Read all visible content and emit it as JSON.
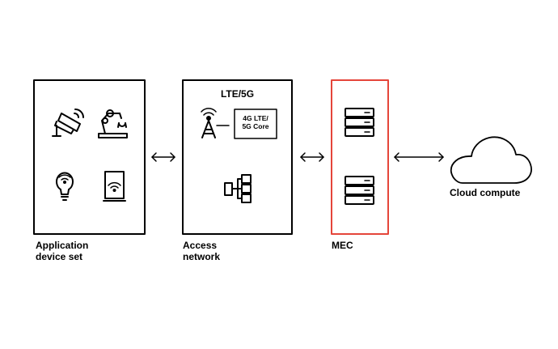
{
  "application": {
    "label": "Application\ndevice set"
  },
  "access": {
    "title": "LTE/5G",
    "core_label": "4G LTE/\n5G Core",
    "label": "Access\nnetwork"
  },
  "mec": {
    "label": "MEC"
  },
  "cloud": {
    "label": "Cloud compute"
  },
  "colors": {
    "mec_border": "#e5453a",
    "stroke": "#000000"
  },
  "icons": [
    "camera-icon",
    "robot-arm-icon",
    "smart-bulb-icon",
    "wifi-device-icon",
    "cell-tower-icon",
    "network-tree-icon",
    "server-icon",
    "cloud-icon"
  ]
}
